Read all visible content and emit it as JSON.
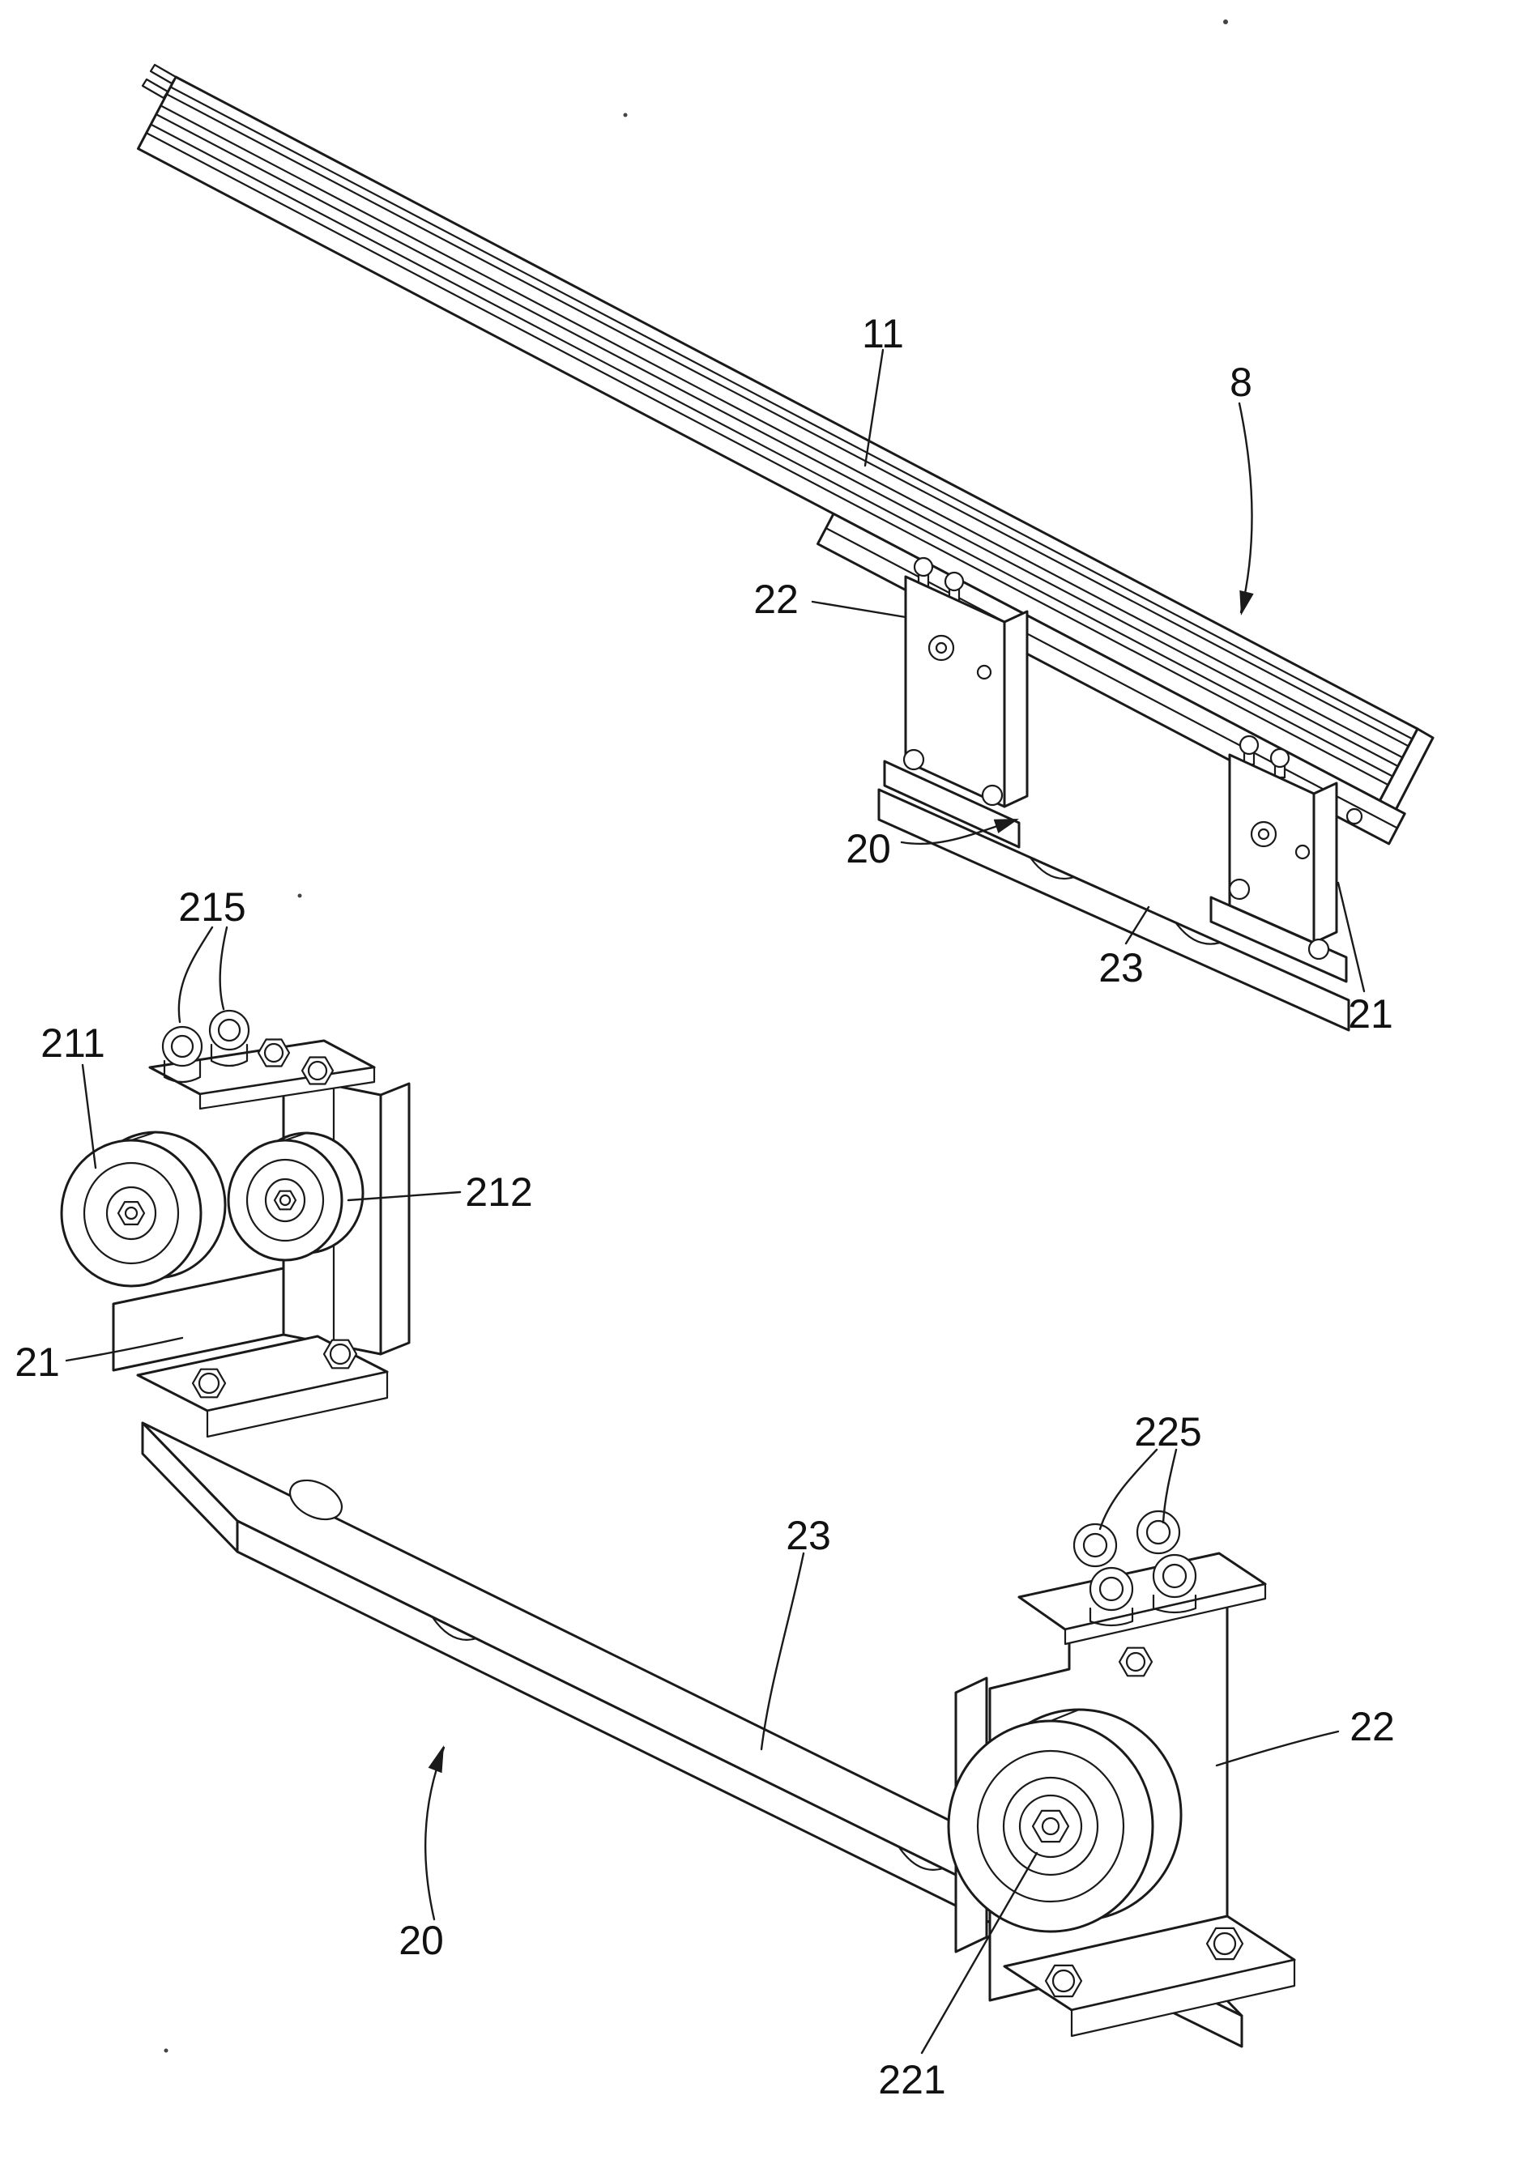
{
  "figure": {
    "background": "#ffffff",
    "ink_color": "#1a1a1a",
    "labels": {
      "rail": "11",
      "rail_assembly": "8",
      "top_bracket_left": "22",
      "top_carriage": "20",
      "top_plate": "23",
      "top_bracket_right": "21",
      "screws_left": "215",
      "roller_front": "211",
      "roller_rear": "212",
      "bottom_bracket_left": "21",
      "screws_right": "225",
      "bottom_plate": "23",
      "bottom_bracket_right": "22",
      "bottom_carriage": "20",
      "roller_large": "221"
    }
  }
}
